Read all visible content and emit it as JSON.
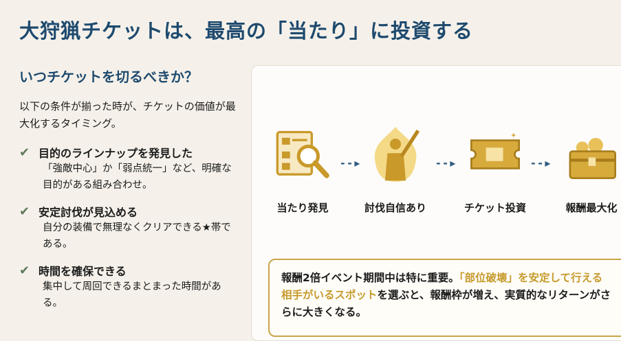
{
  "title": "大狩猟チケットは、最高の「当たり」に投資する",
  "subtitle": "いつチケットを切るべきか？",
  "intro": "以下の条件が揃った時が、チケットの価値が最大化するタイミング。",
  "checks": [
    {
      "head": "目的のラインナップを発見した",
      "desc": "「強敵中心」か「弱点統一」など、明確な目的がある組み合わせ。"
    },
    {
      "head": "安定討伐が見込める",
      "desc": "自分の装備で無理なくクリアできる★帯である。"
    },
    {
      "head": "時間を確保できる",
      "desc": "集中して周回できるまとまった時間がある。"
    }
  ],
  "steps": [
    {
      "label": "当たり発見",
      "icon": "document-search-icon"
    },
    {
      "label": "討伐自信あり",
      "icon": "hunter-flame-icon"
    },
    {
      "label": "チケット投資",
      "icon": "ticket-icon"
    },
    {
      "label": "報酬最大化",
      "icon": "treasure-chest-icon"
    }
  ],
  "callout": {
    "pre": "報酬2倍イベント期間中は特に重要。",
    "highlight": "「部位破壊」を安定して行える相手がいるスポット",
    "post": "を選ぶと、報酬枠が増え、実質的なリターンがさらに大きくなる。"
  },
  "colors": {
    "heading": "#1e4a6e",
    "gold": "#c9a449",
    "check": "#5f7a5c"
  }
}
